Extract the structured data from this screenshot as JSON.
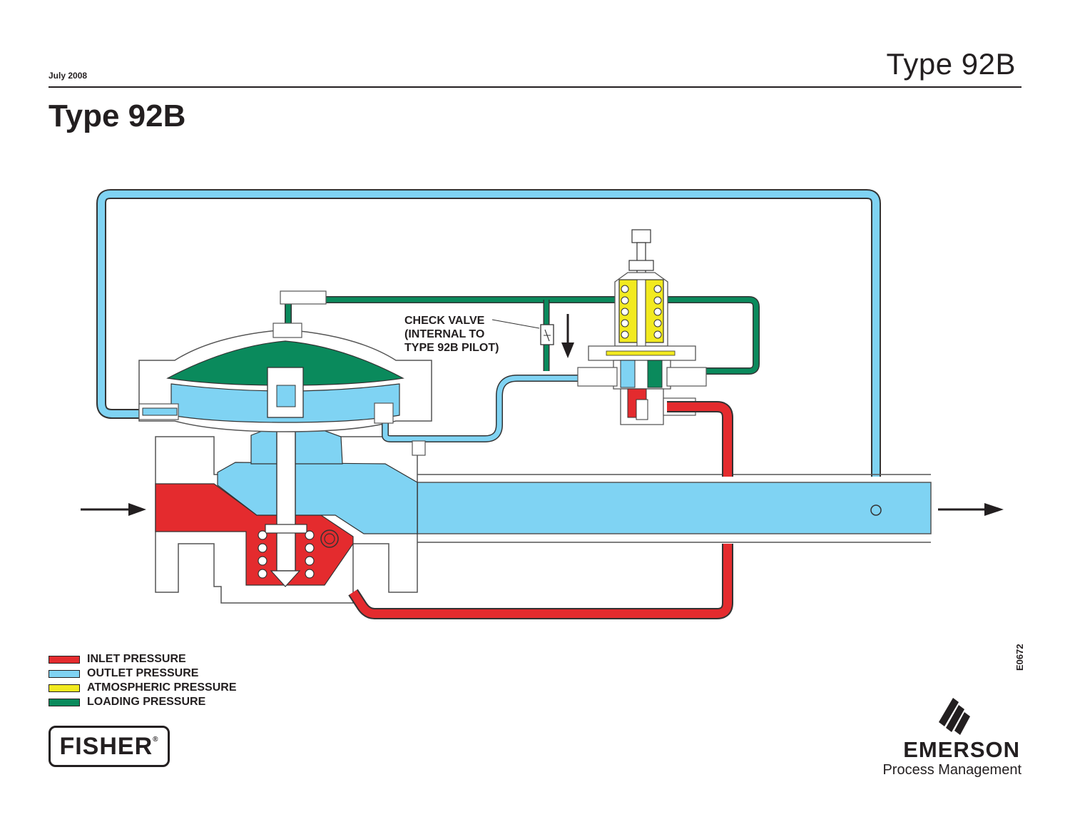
{
  "header": {
    "date": "July 2008",
    "title": "Type 92B"
  },
  "page_title": "Type 92B",
  "check_valve_label": [
    "CHECK VALVE",
    "(INTERNAL TO",
    "TYPE 92B PILOT)"
  ],
  "legend": [
    {
      "label": "INLET PRESSURE",
      "color": "#e42b2e"
    },
    {
      "label": "OUTLET PRESSURE",
      "color": "#7fd3f3"
    },
    {
      "label": "ATMOSPHERIC PRESSURE",
      "color": "#f2ea20"
    },
    {
      "label": "LOADING PRESSURE",
      "color": "#0a8a5c"
    }
  ],
  "figure_code": "E0672",
  "brand": {
    "fisher": "FISHER",
    "emerson": "EMERSON",
    "emerson_tagline": "Process Management"
  },
  "colors": {
    "inlet": "#e42b2e",
    "outlet": "#7fd3f3",
    "atmospheric": "#f2ea20",
    "loading": "#0a8a5c",
    "body_outline": "#555555"
  }
}
